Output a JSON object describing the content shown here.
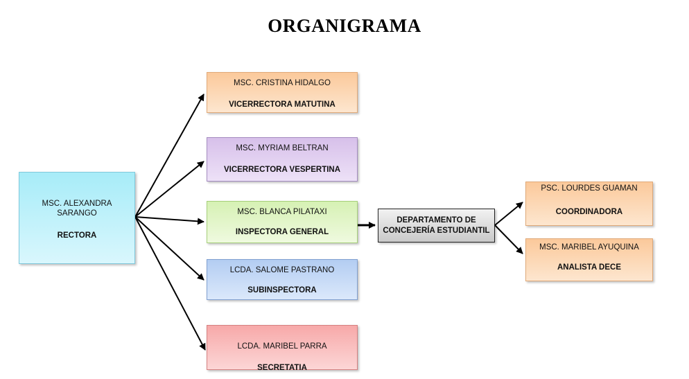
{
  "title": "ORGANIGRAMA",
  "nodes": {
    "rectora": {
      "name": "MSC. ALEXANDRA SARANGO",
      "role": "RECTORA"
    },
    "vicerrectora_matutina": {
      "name": "MSC. CRISTINA HIDALGO",
      "role": "VICERRECTORA MATUTINA"
    },
    "vicerrectora_vespertina": {
      "name": "MSC. MYRIAM BELTRAN",
      "role": "VICERRECTORA VESPERTINA"
    },
    "inspectora_general": {
      "name": "MSC. BLANCA PILATAXI",
      "role": "INSPECTORA GENERAL"
    },
    "subinspectora": {
      "name": "LCDA. SALOME PASTRANO",
      "role": "SUBINSPECTORA"
    },
    "secretaria": {
      "name": "LCDA. MARIBEL PARRA",
      "role": "SECRETATIA"
    },
    "dece": {
      "role": "DEPARTAMENTO DE CONCEJERÍA ESTUDIANTIL"
    },
    "coordinadora": {
      "name": "PSC. LOURDES GUAMAN",
      "role": "COORDINADORA"
    },
    "analista": {
      "name": "MSC. MARIBEL AYUQUINA",
      "role": "ANALISTA DECE"
    }
  },
  "colors": {
    "rectora": "#a7ecf8",
    "vicerrectora_matutina": "#fbc99b",
    "vicerrectora_vespertina": "#d7c0ea",
    "inspectora_general": "#d6f1b4",
    "subinspectora": "#b3cdf2",
    "secretaria": "#f7a9a9",
    "dece": "#d9d9d9",
    "dece_staff": "#fbc99b"
  }
}
